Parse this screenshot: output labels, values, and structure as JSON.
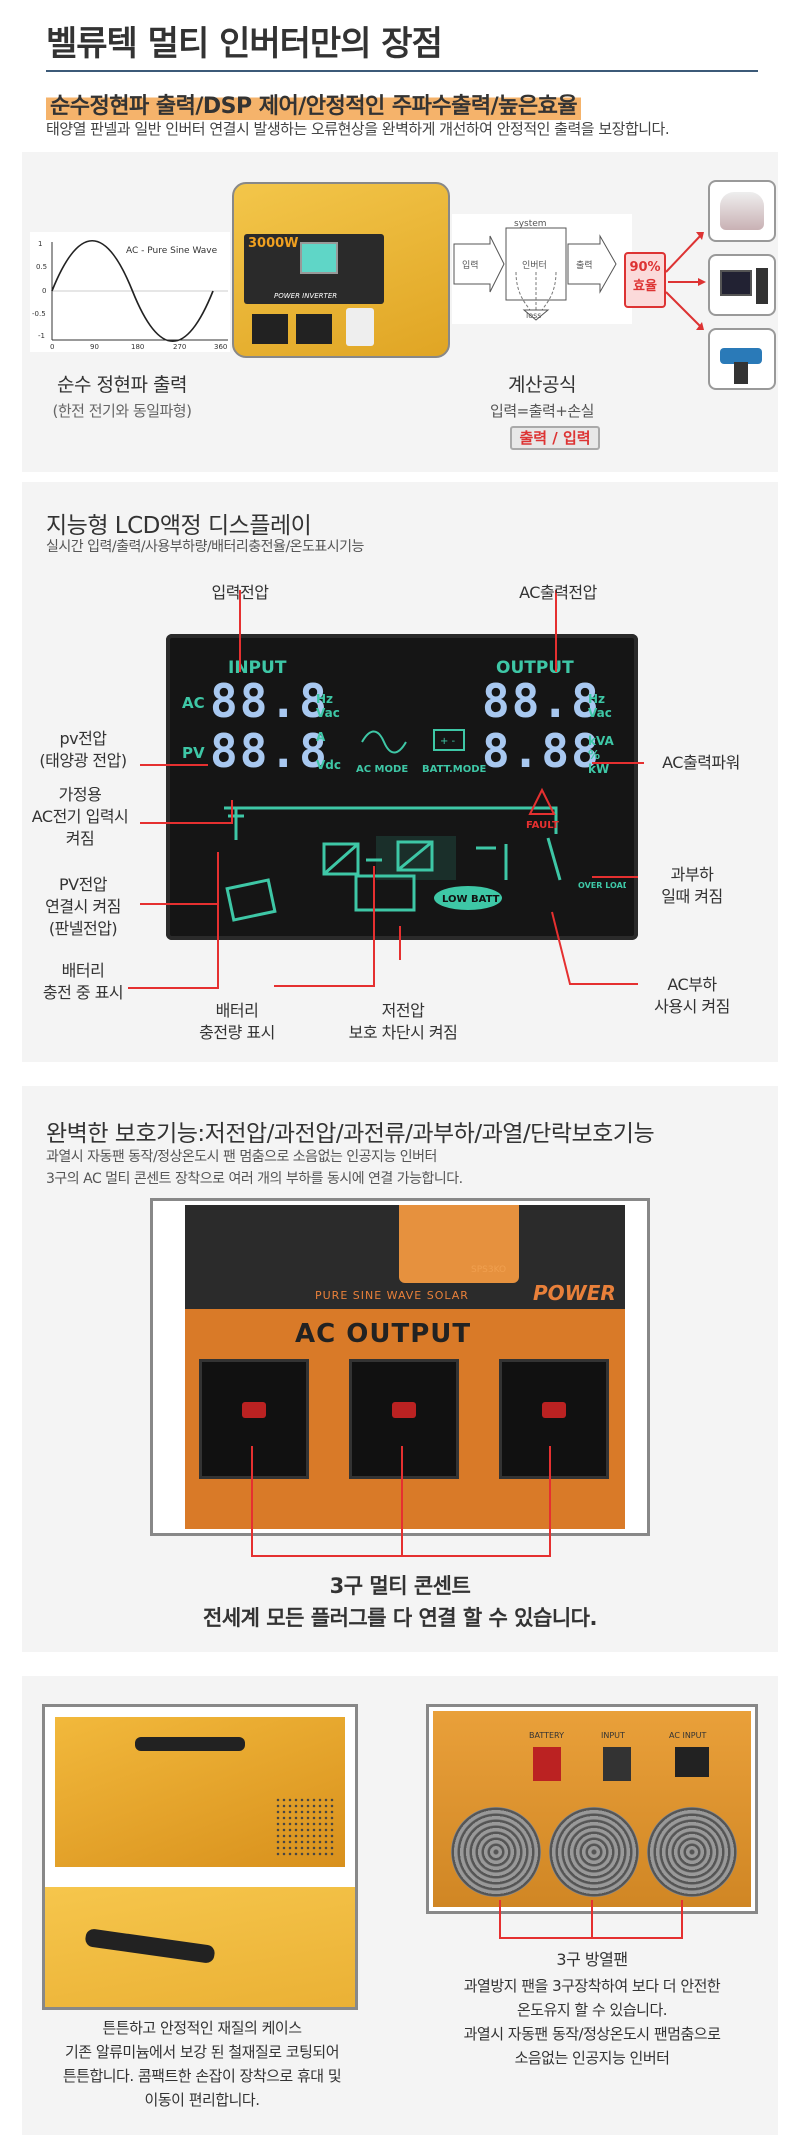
{
  "header": {
    "title": "벨류텍 멀티 인버터만의 장점",
    "subtitle": "순수정현파 출력/DSP 제어/안정적인 주파수출력/높은효율",
    "description": "태양열 판넬과 일반 인버터 연결시 발생하는 오류현상을 완벽하게 개선하여 안정적인 출력을 보장합니다."
  },
  "section1": {
    "wave_title": "AC - Pure Sine Wave",
    "wave_yticks": [
      "1",
      "0.5",
      "0",
      "-0.5",
      "-1"
    ],
    "wave_xticks": [
      "0",
      "90",
      "180",
      "270",
      "360"
    ],
    "wave_label": "순수 정현파 출력",
    "wave_sublabel": "(한전 전기와 동일파형)",
    "device_badge": "3000W",
    "device_brand": "POWER INVERTER",
    "diagram_system": "system",
    "diagram_in": "입력",
    "diagram_inverter": "인버터",
    "diagram_out": "출력",
    "diagram_loss": "loss",
    "efficiency_pct": "90%",
    "efficiency_label": "효율",
    "formula_title": "계산공식",
    "formula": "입력=출력+손실",
    "formula_ratio": "출력 / 입력"
  },
  "section2": {
    "title": "지능형 LCD액정 디스플레이",
    "subtitle": "실시간 입력/출력/사용부하량/배터리충전율/온도표시기능",
    "lcd": {
      "input": "INPUT",
      "output": "OUTPUT",
      "ac": "AC",
      "pv": "PV",
      "digits": "88.8",
      "digits2": "8.88",
      "hz": "Hz",
      "vac": "Vac",
      "a": "A",
      "vdc": "Vdc",
      "kva": "kVA",
      "pct": "%",
      "kw": "kW",
      "ac_mode": "AC MODE",
      "batt_mode": "BATT.MODE",
      "fault": "FAULT",
      "over_load": "OVER LOAD",
      "low_batt": "LOW BATT"
    },
    "labels": {
      "input_voltage": "입력전압",
      "ac_output_voltage": "AC출력전압",
      "pv_voltage_1": "pv전압",
      "pv_voltage_2": "(태양광 전압)",
      "home_ac_1": "가정용",
      "home_ac_2": "AC전기 입력시",
      "home_ac_3": "켜짐",
      "pv_connect_1": "PV전압",
      "pv_connect_2": "연결시 켜짐",
      "pv_connect_3": "(판넬전압)",
      "charging_1": "배터리",
      "charging_2": "충전 중 표시",
      "charge_amount_1": "배터리",
      "charge_amount_2": "충전량 표시",
      "low_volt_1": "저전압",
      "low_volt_2": "보호 차단시 켜짐",
      "ac_power": "AC출력파워",
      "overload_1": "과부하",
      "overload_2": "일때 켜짐",
      "ac_load_1": "AC부하",
      "ac_load_2": "사용시 켜짐"
    }
  },
  "section3": {
    "title": "완벽한 보호기능:저전압/과전압/과전류/과부하/과열/단락보호기능",
    "line1": "과열시 자동팬 동작/정상온도시 팬 멈춤으로 소음없는 인공지능 인버터",
    "line2": "3구의 AC 멀티 콘센트 장착으로 여러 개의 부하를 동시에 연결 가능합니다.",
    "photo_banner": "PURE SINE WAVE SOLAR",
    "photo_power": "POWER",
    "photo_model": "SPS3KO",
    "photo_ac_output": "AC OUTPUT",
    "caption1": "3구 멀티 콘센트",
    "caption2": "전세계 모든 플러그를 다 연결 할 수 있습니다."
  },
  "section4": {
    "left_caption": [
      "튼튼하고 안정적인 재질의 케이스",
      "기존 알류미늄에서 보강 된 철재질로 코팅되어",
      "튼튼합니다. 콤팩트한 손잡이 장착으로 휴대 및",
      "이동이 편리합니다."
    ],
    "rear_labels": [
      "BATTERY",
      "INPUT",
      "AC INPUT"
    ],
    "right_title": "3구 방열팬",
    "right_caption": [
      "과열방지 팬을 3구장착하여 보다 더 안전한",
      "온도유지 할 수 있습니다.",
      "과열시 자동팬 동작/정상온도시 팬멈춤으로",
      "소음없는 인공지능 인버터"
    ]
  }
}
